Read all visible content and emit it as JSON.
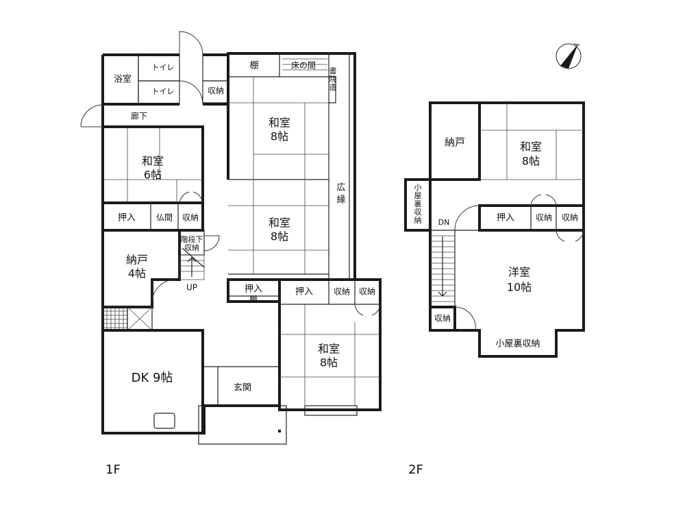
{
  "floor1": {
    "label": "1F",
    "rooms": {
      "bath": "浴室",
      "toilet_1": "トイレ",
      "toilet_2": "トイレ",
      "corridor": "廊下",
      "washitsu6_name": "和室",
      "washitsu6_size": "6帖",
      "oshiire_1": "押入",
      "butsuma": "仏間",
      "shuno_1": "収納",
      "stair_storage_1": "階段下",
      "stair_storage_2": "収納",
      "up": "UP",
      "nando_name": "納戸",
      "nando_size": "4帖",
      "dk": "DK 9帖",
      "genkan": "玄関",
      "shelf": "棚",
      "tokonoma": "床の間",
      "shoin_1": "書",
      "shoin_2": "院",
      "shoin_3": "造",
      "shuno_2": "収納",
      "washitsu8a_name": "和室",
      "washitsu8a_size": "8帖",
      "washitsu8b_name": "和室",
      "washitsu8b_size": "8帖",
      "hiroen_1": "広",
      "hiroen_2": "縁",
      "oshiire_2": "押入",
      "shelf_small": "棚",
      "oshiire_3": "押入",
      "shuno_3": "収納",
      "shuno_4": "収納",
      "washitsu8c_name": "和室",
      "washitsu8c_size": "8帖"
    }
  },
  "floor2": {
    "label": "2F",
    "rooms": {
      "nando": "納戸",
      "washitsu_name": "和室",
      "washitsu_size": "8帖",
      "koyaura_v_1": "小",
      "koyaura_v_2": "屋",
      "koyaura_v_3": "裏",
      "koyaura_v_4": "収",
      "koyaura_v_5": "納",
      "dn": "DN",
      "oshiire": "押入",
      "shuno_1": "収納",
      "shuno_2": "収納",
      "yoshitsu_name": "洋室",
      "yoshitsu_size": "10帖",
      "shuno_3": "収納",
      "koyaura_h": "小屋裏収納"
    }
  },
  "compass": "north-compass-icon"
}
